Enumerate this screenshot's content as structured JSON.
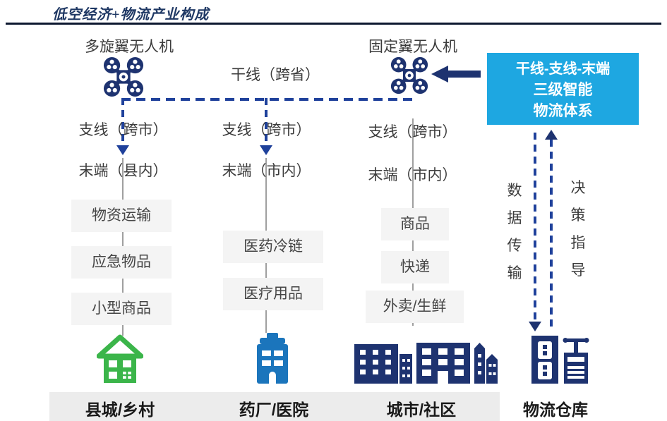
{
  "title": "低空经济+物流产业构成",
  "top": {
    "multirotor_label": "多旋翼无人机",
    "fixedwing_label": "固定翼无人机",
    "trunk_label": "干线（跨省）",
    "system_box": {
      "line1": "干线-支线-末端",
      "line2": "三级智能",
      "line3": "物流体系"
    }
  },
  "columns": [
    {
      "branch_label": "支线（跨市）",
      "terminal_label": "末端（县内）",
      "items": [
        "物资运输",
        "应急物品",
        "小型商品"
      ],
      "destination": "县城/乡村",
      "icon": "house-icon"
    },
    {
      "branch_label": "支线（跨市）",
      "terminal_label": "末端（市内）",
      "items": [
        "医药冷链",
        "医疗用品"
      ],
      "destination": "药厂/医院",
      "icon": "hospital-icon"
    },
    {
      "branch_label": "支线（跨市）",
      "terminal_label": "末端（市内）",
      "items": [
        "商品",
        "快递",
        "外卖/生鲜"
      ],
      "destination": "城市/社区",
      "icon": "city-icon"
    }
  ],
  "right_panel": {
    "data_transfer_label": "数据传输",
    "decision_label": "决策指导",
    "destination": "物流仓库"
  },
  "colors": {
    "navy": "#1e3370",
    "dash_blue": "#1f419b",
    "box_blue": "#1ea7e1",
    "green": "#3bb54a",
    "hospital_blue": "#1b75bc",
    "title_navy": "#1f3864"
  }
}
